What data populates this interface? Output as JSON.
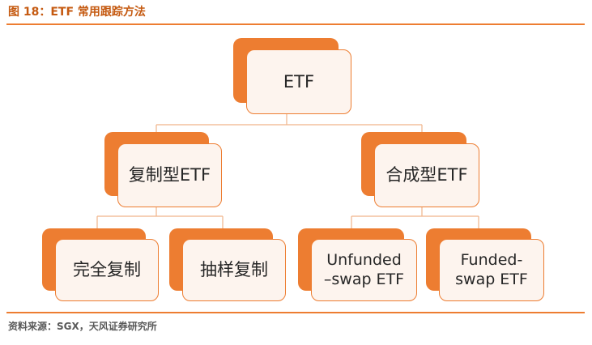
{
  "header": {
    "title": "图 18：ETF 常用跟踪方法"
  },
  "diagram": {
    "root": "ETF",
    "level1": [
      "复制型ETF",
      "合成型ETF"
    ],
    "level2": [
      "完全复制",
      "抽样复制",
      "Unfunded\n–swap ETF",
      "Funded-\nswap ETF"
    ]
  },
  "footer": {
    "source": "资料来源：SGX，天风证券研究所"
  },
  "colors": {
    "accent": "#ed7d31",
    "title": "#c55a11",
    "card_fill": "#fdf4ee",
    "connector": "#f0b48a"
  }
}
